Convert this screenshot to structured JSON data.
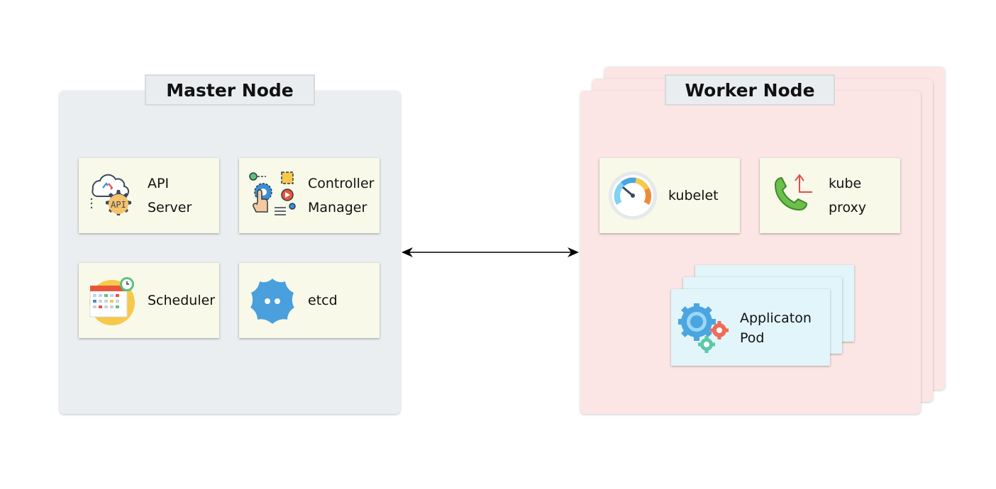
{
  "master": {
    "title": "Master Node",
    "components": [
      {
        "line1": "API",
        "line2": "Server",
        "icon": "api-server-icon"
      },
      {
        "line1": "Controller",
        "line2": "Manager",
        "icon": "controller-manager-icon"
      },
      {
        "line1": "Scheduler",
        "icon": "scheduler-calendar-icon"
      },
      {
        "line1": "etcd",
        "icon": "etcd-icon"
      }
    ]
  },
  "worker": {
    "title": "Worker Node",
    "components": [
      {
        "line1": "kubelet",
        "icon": "gauge-icon"
      },
      {
        "line1": "kube",
        "line2": "proxy",
        "icon": "phone-icon"
      }
    ],
    "pod": {
      "line1": "Applicaton",
      "line2": "Pod",
      "icon": "gears-icon"
    }
  },
  "colors": {
    "master_bg": "#ebeef1",
    "worker_bg": "#fbe6e5",
    "card_bg": "#f8f9e8",
    "pod_bg": "#e1f5fa"
  }
}
